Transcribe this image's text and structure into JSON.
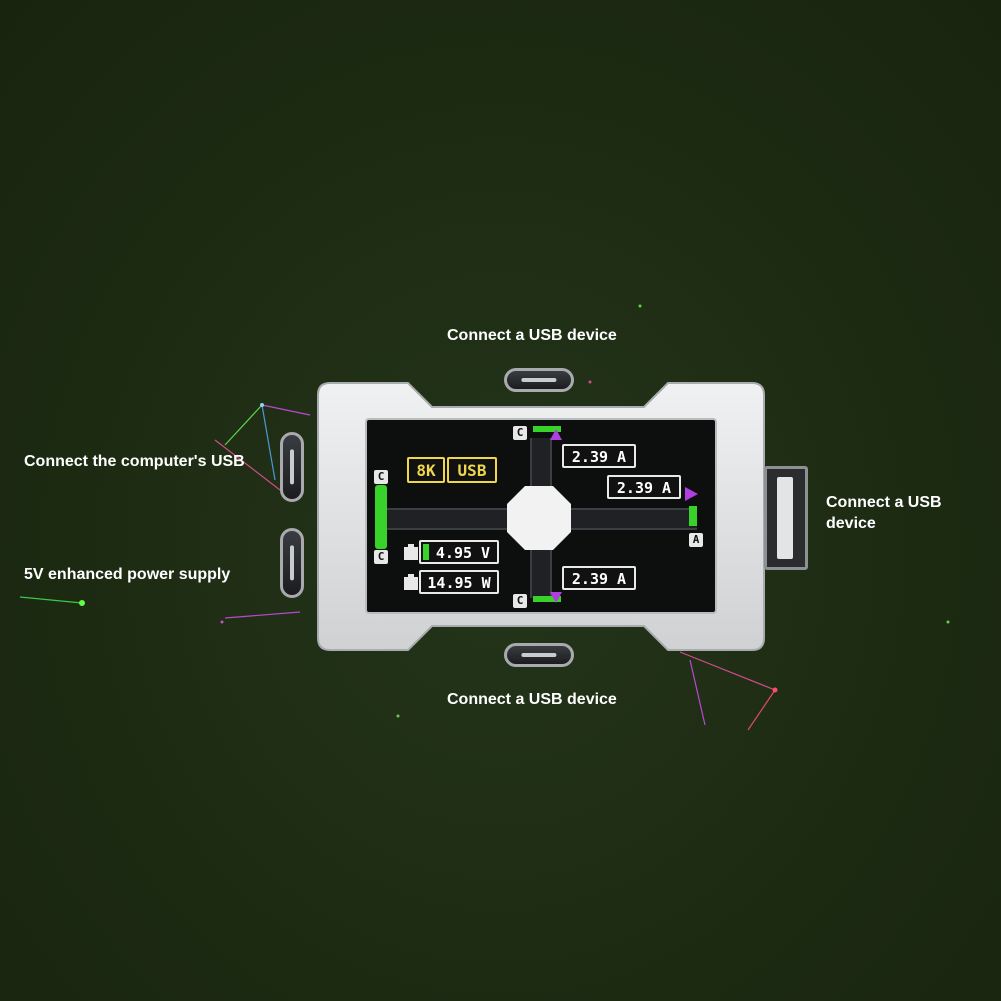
{
  "callouts": {
    "top": "Connect a USB device",
    "left_upper": "Connect the computer's USB",
    "left_lower": "5V enhanced power supply",
    "right_line1": "Connect a USB",
    "right_line2": "device",
    "bottom": "Connect a USB device"
  },
  "screen": {
    "badge_left": "8K",
    "badge_right": "USB",
    "voltage": "4.95 V",
    "power": "14.95 W",
    "current_top": "2.39 A",
    "current_right": "2.39 A",
    "current_bottom": "2.39 A",
    "port_label_c": "C",
    "port_label_a": "A"
  },
  "colors": {
    "background": "#1d2b13",
    "shell": "#e4e5e6",
    "screen": "#0d0f0e",
    "yellow_label": "#f0d64a",
    "green_indicator": "#39d22a",
    "purple_indicator": "#b13ee0"
  }
}
